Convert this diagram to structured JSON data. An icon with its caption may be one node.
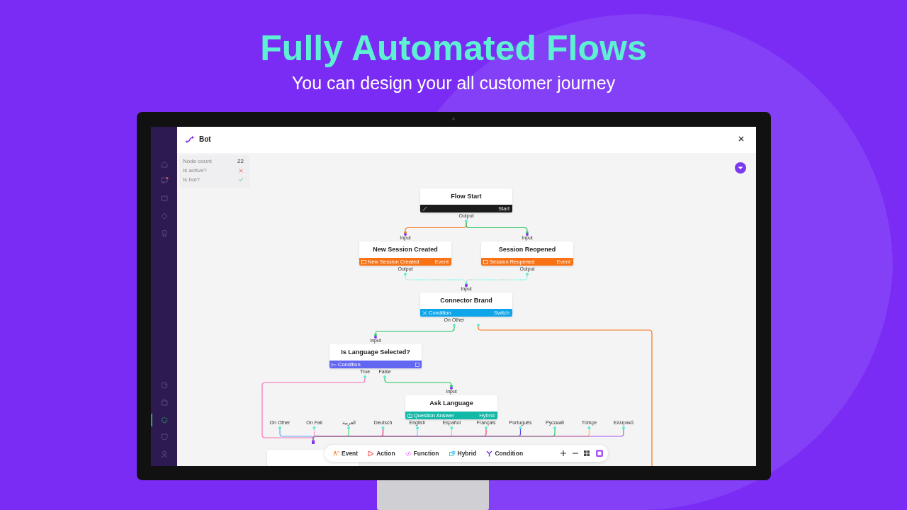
{
  "diagram": {
    "title": "Fully Automated Flows",
    "nodes": [
      {
        "text": [
          "Flow Start",
          "Start"
        ],
        "beside": [
          "Output"
        ]
      },
      {
        "text": [
          "New Session Created",
          "New Session Created",
          "Event"
        ],
        "beside": [
          "Input",
          "Output"
        ]
      },
      {
        "text": [
          "Session Reopened",
          "Session Reopened",
          "Event"
        ],
        "beside": [
          "Input",
          "Output"
        ]
      },
      {
        "text": [
          "Connector Brand",
          "Condition",
          "Switch"
        ],
        "beside": [
          "Input",
          "On Other"
        ]
      },
      {
        "text": [
          "Is Language Selected?",
          "Condition"
        ],
        "beside": [
          "Input",
          "True",
          "False"
        ]
      },
      {
        "text": [
          "Ask Language",
          "Question Answer",
          "Hybrid"
        ],
        "beside": [
          "Input",
          "On Other",
          "On Fail",
          "العربية",
          "Deutsch",
          "English",
          "Español",
          "Français",
          "Português",
          "Русский",
          "Türkçe",
          "Ελληνικά"
        ]
      },
      {
        "text": [],
        "shape": "box"
      }
    ],
    "edges": [
      {
        "from": 0,
        "to": 1,
        "arrow": "to",
        "color": "#f97316"
      },
      {
        "from": 0,
        "to": 2,
        "arrow": "to",
        "color": "#22c55e"
      },
      {
        "from": 1,
        "to": 3,
        "arrow": "to",
        "style": "dashed",
        "color": "#5eead4"
      },
      {
        "from": 2,
        "to": 3,
        "arrow": "to",
        "style": "dashed",
        "color": "#5eead4"
      },
      {
        "from": 3,
        "to": 4,
        "arrow": "to",
        "color": "#22c55e"
      },
      {
        "from": 3,
        "to": null,
        "arrow": "none",
        "color": "#f97316"
      },
      {
        "from": 4,
        "to": 5,
        "arrow": "to",
        "color": "#22c55e"
      },
      {
        "from": 4,
        "to": 6,
        "arrow": "to",
        "color": "#f472b6"
      },
      {
        "from": 5,
        "to": 6,
        "arrow": "to",
        "color": "#60a5fa"
      },
      {
        "from": 5,
        "to": 6,
        "arrow": "to",
        "style": "dashed",
        "color": "#f472b6"
      },
      {
        "from": 5,
        "to": 6,
        "arrow": "to",
        "color": "#4ade80"
      },
      {
        "from": 5,
        "to": 6,
        "arrow": "to",
        "color": "#db2777"
      },
      {
        "from": 5,
        "to": 6,
        "arrow": "to",
        "color": "#93c5fd"
      },
      {
        "from": 5,
        "to": 6,
        "arrow": "to",
        "color": "#fdba74"
      },
      {
        "from": 5,
        "to": 6,
        "arrow": "to",
        "color": "#f43f5e"
      },
      {
        "from": 5,
        "to": 6,
        "arrow": "to",
        "color": "#4f46e5"
      },
      {
        "from": 5,
        "to": 6,
        "arrow": "to",
        "color": "#22c55e"
      },
      {
        "from": 5,
        "to": 6,
        "arrow": "to",
        "color": "#fbbf24"
      },
      {
        "from": 5,
        "to": 6,
        "arrow": "to",
        "color": "#a855f7"
      }
    ],
    "labels": [
      "You can design your all customer journey",
      "Bot",
      "Node count",
      "22",
      "Is active?",
      "Is bot?",
      "Event",
      "Action",
      "Function",
      "Hybrid",
      "Condition"
    ]
  }
}
